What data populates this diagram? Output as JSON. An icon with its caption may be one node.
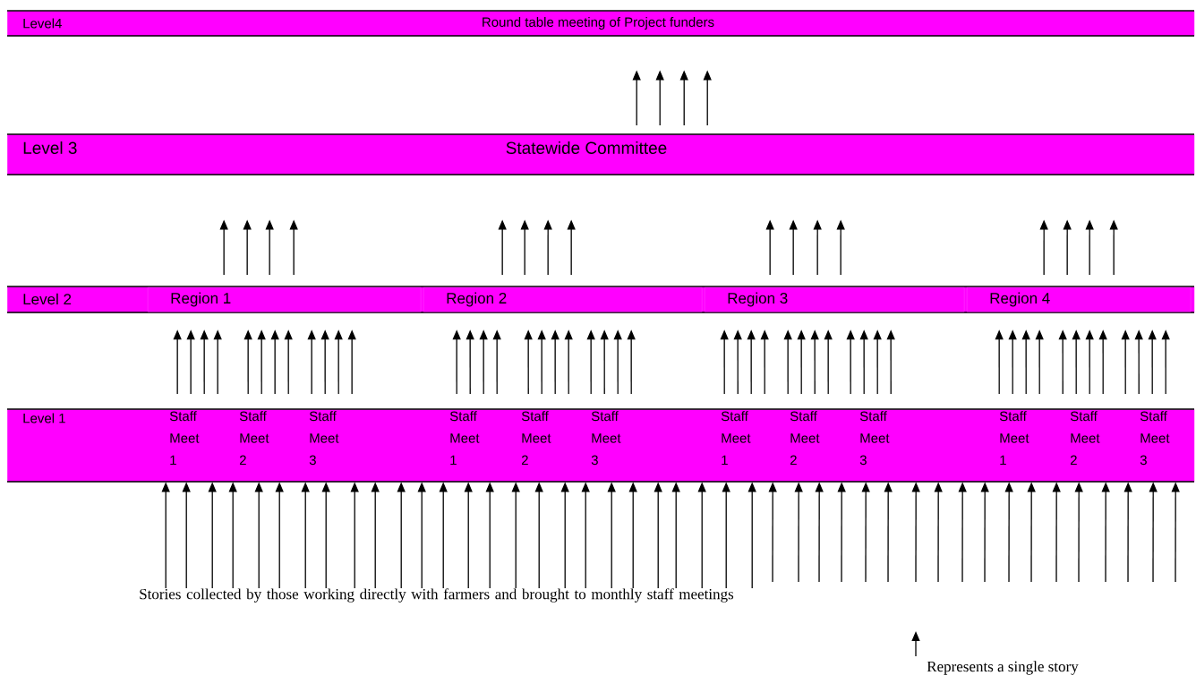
{
  "diagram": {
    "nodes": [
      {
        "text": [
          "Level4",
          "Round table meeting of Project funders"
        ]
      },
      {
        "text": [
          "Level 3",
          "Statewide Committee"
        ]
      },
      {
        "text": [
          "Level 2"
        ]
      },
      {
        "text": [
          "Region 1"
        ],
        "in": 2
      },
      {
        "text": [
          "Region 2"
        ],
        "in": 2
      },
      {
        "text": [
          "Region 3"
        ],
        "in": 2
      },
      {
        "text": [
          "Region 4"
        ],
        "in": 2
      },
      {
        "text": [
          "Level 1"
        ]
      },
      {
        "text": [
          "Staff Meet 1"
        ],
        "in": 7
      },
      {
        "text": [
          "Staff Meet 2"
        ],
        "in": 7
      },
      {
        "text": [
          "Staff Meet 3"
        ],
        "in": 7
      },
      {
        "text": [
          "Staff Meet 1"
        ],
        "in": 7
      },
      {
        "text": [
          "Staff Meet 2"
        ],
        "in": 7
      },
      {
        "text": [
          "Staff Meet 3"
        ],
        "in": 7
      },
      {
        "text": [
          "Staff Meet 1"
        ],
        "in": 7
      },
      {
        "text": [
          "Staff Meet 2"
        ],
        "in": 7
      },
      {
        "text": [
          "Staff Meet 3"
        ],
        "in": 7
      },
      {
        "text": [
          "Staff Meet 1"
        ],
        "in": 7
      },
      {
        "text": [
          "Staff Meet 2"
        ],
        "in": 7
      },
      {
        "text": [
          "Staff Meet 3"
        ],
        "in": 7
      },
      {
        "text": [
          "Stories collected by those working directly with farmers and brought to monthly staff meetings"
        ]
      }
    ],
    "edges": [
      {
        "from": 1,
        "to": 0,
        "arrow": "to"
      },
      {
        "from": 1,
        "to": 0,
        "arrow": "to"
      },
      {
        "from": 1,
        "to": 0,
        "arrow": "to"
      },
      {
        "from": 1,
        "to": 0,
        "arrow": "to"
      },
      {
        "from": 3,
        "to": 1,
        "arrow": "to"
      },
      {
        "from": 3,
        "to": 1,
        "arrow": "to"
      },
      {
        "from": 3,
        "to": 1,
        "arrow": "to"
      },
      {
        "from": 3,
        "to": 1,
        "arrow": "to"
      },
      {
        "from": 4,
        "to": 1,
        "arrow": "to"
      },
      {
        "from": 4,
        "to": 1,
        "arrow": "to"
      },
      {
        "from": 4,
        "to": 1,
        "arrow": "to"
      },
      {
        "from": 4,
        "to": 1,
        "arrow": "to"
      },
      {
        "from": 5,
        "to": 1,
        "arrow": "to"
      },
      {
        "from": 5,
        "to": 1,
        "arrow": "to"
      },
      {
        "from": 5,
        "to": 1,
        "arrow": "to"
      },
      {
        "from": 5,
        "to": 1,
        "arrow": "to"
      },
      {
        "from": 6,
        "to": 1,
        "arrow": "to"
      },
      {
        "from": 6,
        "to": 1,
        "arrow": "to"
      },
      {
        "from": 6,
        "to": 1,
        "arrow": "to"
      },
      {
        "from": 6,
        "to": 1,
        "arrow": "to"
      },
      {
        "from": 8,
        "to": 3,
        "arrow": "to"
      },
      {
        "from": 8,
        "to": 3,
        "arrow": "to"
      },
      {
        "from": 8,
        "to": 3,
        "arrow": "to"
      },
      {
        "from": 8,
        "to": 3,
        "arrow": "to"
      },
      {
        "from": 9,
        "to": 3,
        "arrow": "to"
      },
      {
        "from": 9,
        "to": 3,
        "arrow": "to"
      },
      {
        "from": 9,
        "to": 3,
        "arrow": "to"
      },
      {
        "from": 9,
        "to": 3,
        "arrow": "to"
      },
      {
        "from": 10,
        "to": 3,
        "arrow": "to"
      },
      {
        "from": 10,
        "to": 3,
        "arrow": "to"
      },
      {
        "from": 10,
        "to": 3,
        "arrow": "to"
      },
      {
        "from": 10,
        "to": 3,
        "arrow": "to"
      },
      {
        "from": 11,
        "to": 4,
        "arrow": "to"
      },
      {
        "from": 11,
        "to": 4,
        "arrow": "to"
      },
      {
        "from": 11,
        "to": 4,
        "arrow": "to"
      },
      {
        "from": 11,
        "to": 4,
        "arrow": "to"
      },
      {
        "from": 12,
        "to": 4,
        "arrow": "to"
      },
      {
        "from": 12,
        "to": 4,
        "arrow": "to"
      },
      {
        "from": 12,
        "to": 4,
        "arrow": "to"
      },
      {
        "from": 12,
        "to": 4,
        "arrow": "to"
      },
      {
        "from": 13,
        "to": 4,
        "arrow": "to"
      },
      {
        "from": 13,
        "to": 4,
        "arrow": "to"
      },
      {
        "from": 13,
        "to": 4,
        "arrow": "to"
      },
      {
        "from": 13,
        "to": 4,
        "arrow": "to"
      },
      {
        "from": 14,
        "to": 5,
        "arrow": "to"
      },
      {
        "from": 14,
        "to": 5,
        "arrow": "to"
      },
      {
        "from": 14,
        "to": 5,
        "arrow": "to"
      },
      {
        "from": 14,
        "to": 5,
        "arrow": "to"
      },
      {
        "from": 15,
        "to": 5,
        "arrow": "to"
      },
      {
        "from": 15,
        "to": 5,
        "arrow": "to"
      },
      {
        "from": 15,
        "to": 5,
        "arrow": "to"
      },
      {
        "from": 15,
        "to": 5,
        "arrow": "to"
      },
      {
        "from": 16,
        "to": 5,
        "arrow": "to"
      },
      {
        "from": 16,
        "to": 5,
        "arrow": "to"
      },
      {
        "from": 16,
        "to": 5,
        "arrow": "to"
      },
      {
        "from": 16,
        "to": 5,
        "arrow": "to"
      },
      {
        "from": 17,
        "to": 6,
        "arrow": "to"
      },
      {
        "from": 17,
        "to": 6,
        "arrow": "to"
      },
      {
        "from": 17,
        "to": 6,
        "arrow": "to"
      },
      {
        "from": 17,
        "to": 6,
        "arrow": "to"
      },
      {
        "from": 18,
        "to": 6,
        "arrow": "to"
      },
      {
        "from": 18,
        "to": 6,
        "arrow": "to"
      },
      {
        "from": 18,
        "to": 6,
        "arrow": "to"
      },
      {
        "from": 18,
        "to": 6,
        "arrow": "to"
      },
      {
        "from": 19,
        "to": 6,
        "arrow": "to"
      },
      {
        "from": 19,
        "to": 6,
        "arrow": "to"
      },
      {
        "from": 19,
        "to": 6,
        "arrow": "to"
      },
      {
        "from": 19,
        "to": 6,
        "arrow": "to"
      },
      {
        "from": 20,
        "to": 7,
        "arrow": "to"
      },
      {
        "from": 20,
        "to": 7,
        "arrow": "to"
      },
      {
        "from": 20,
        "to": 7,
        "arrow": "to"
      },
      {
        "from": 20,
        "to": 7,
        "arrow": "to"
      },
      {
        "from": 20,
        "to": 7,
        "arrow": "to"
      },
      {
        "from": 20,
        "to": 7,
        "arrow": "to"
      },
      {
        "from": 20,
        "to": 7,
        "arrow": "to"
      },
      {
        "from": 20,
        "to": 7,
        "arrow": "to"
      },
      {
        "from": 20,
        "to": 7,
        "arrow": "to"
      },
      {
        "from": 20,
        "to": 7,
        "arrow": "to"
      },
      {
        "from": 20,
        "to": 7,
        "arrow": "to"
      },
      {
        "from": 20,
        "to": 7,
        "arrow": "to"
      },
      {
        "from": 20,
        "to": 7,
        "arrow": "to"
      },
      {
        "from": 20,
        "to": 7,
        "arrow": "to"
      },
      {
        "from": 20,
        "to": 7,
        "arrow": "to"
      },
      {
        "from": 20,
        "to": 7,
        "arrow": "to"
      },
      {
        "from": 20,
        "to": 7,
        "arrow": "to"
      },
      {
        "from": 20,
        "to": 7,
        "arrow": "to"
      },
      {
        "from": 20,
        "to": 7,
        "arrow": "to"
      },
      {
        "from": 20,
        "to": 7,
        "arrow": "to"
      },
      {
        "from": 20,
        "to": 7,
        "arrow": "to"
      },
      {
        "from": 20,
        "to": 7,
        "arrow": "to"
      },
      {
        "from": 20,
        "to": 7,
        "arrow": "to"
      },
      {
        "from": 20,
        "to": 7,
        "arrow": "to"
      },
      {
        "from": 20,
        "to": 7,
        "arrow": "to"
      },
      {
        "from": 20,
        "to": 7,
        "arrow": "to"
      },
      {
        "from": null,
        "to": 7,
        "arrow": "to"
      },
      {
        "from": null,
        "to": 7,
        "arrow": "to"
      },
      {
        "from": null,
        "to": 7,
        "arrow": "to"
      },
      {
        "from": null,
        "to": 7,
        "arrow": "to"
      },
      {
        "from": null,
        "to": 7,
        "arrow": "to"
      },
      {
        "from": null,
        "to": 7,
        "arrow": "to"
      },
      {
        "from": null,
        "to": 7,
        "arrow": "to"
      },
      {
        "from": null,
        "to": 7,
        "arrow": "to"
      },
      {
        "from": null,
        "to": 7,
        "arrow": "to"
      },
      {
        "from": null,
        "to": 7,
        "arrow": "to"
      },
      {
        "from": null,
        "to": 7,
        "arrow": "to"
      },
      {
        "from": null,
        "to": 7,
        "arrow": "to"
      },
      {
        "from": null,
        "to": 7,
        "arrow": "to"
      },
      {
        "from": null,
        "to": 7,
        "arrow": "to"
      },
      {
        "from": null,
        "to": 7,
        "arrow": "to"
      },
      {
        "from": null,
        "to": 7,
        "arrow": "to"
      },
      {
        "from": null,
        "to": 7,
        "arrow": "to"
      },
      {
        "from": null,
        "to": 7,
        "arrow": "to"
      }
    ],
    "legend": [
      {
        "text": "Represents a single story"
      }
    ]
  }
}
